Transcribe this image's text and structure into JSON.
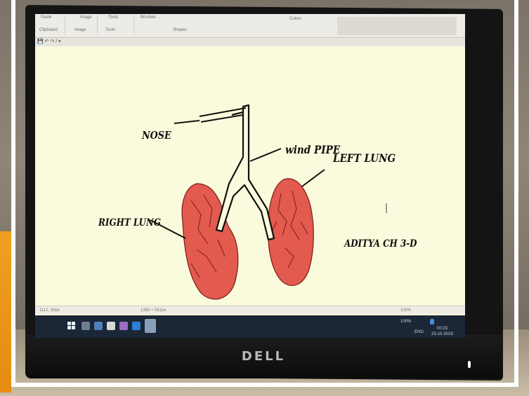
{
  "ribbon": {
    "top_labels": [
      "Paste",
      "Image",
      "Tools",
      "Brushes"
    ],
    "groups": [
      "Clipboard",
      "Image",
      "Tools",
      "Shapes",
      "Colors"
    ]
  },
  "qat_label": "💾 ↶ ↷ / ▾",
  "drawing": {
    "labels": {
      "nose": "NOSE",
      "wind_pipe": "wind PIPE",
      "left_lung": "LEFT LUNG",
      "right_lung": "RIGHT LUNG",
      "author": "ADITYA CH 3-D"
    },
    "lung_color": "#e35a4f",
    "canvas_color": "#fafadc"
  },
  "statusbar": {
    "position": "1112, 30px",
    "size": "1380 × 561px",
    "zoom": "100%"
  },
  "taskbar": {
    "language": "ENG",
    "time": "00:23",
    "date": "23-10-2019"
  },
  "monitor": {
    "brand": "DELL"
  }
}
